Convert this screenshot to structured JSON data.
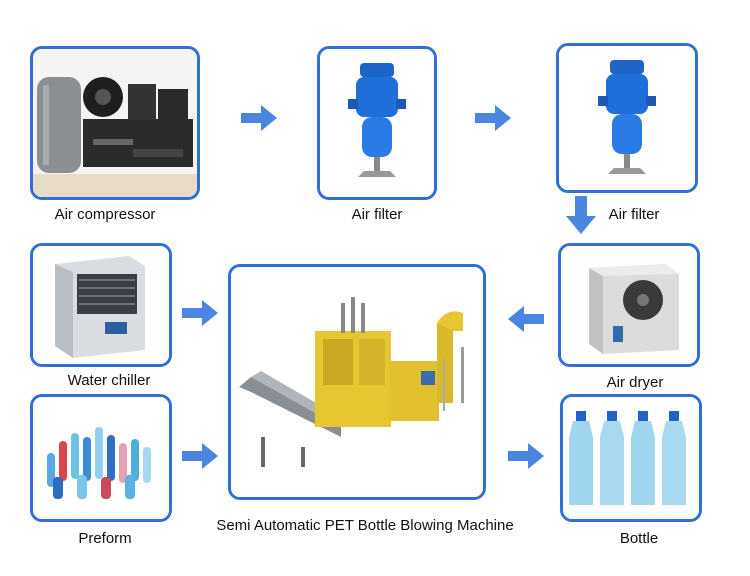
{
  "nodes": {
    "air_compressor": "Air compressor",
    "air_filter_1": "Air filter",
    "air_filter_2": "Air filter",
    "air_dryer": "Air dryer",
    "water_chiller": "Water chiller",
    "preform": "Preform",
    "machine": "Semi Automatic PET Bottle Blowing Machine",
    "bottle": "Bottle"
  },
  "colors": {
    "border": "#2f6fd6",
    "arrow": "#4a86e0"
  }
}
